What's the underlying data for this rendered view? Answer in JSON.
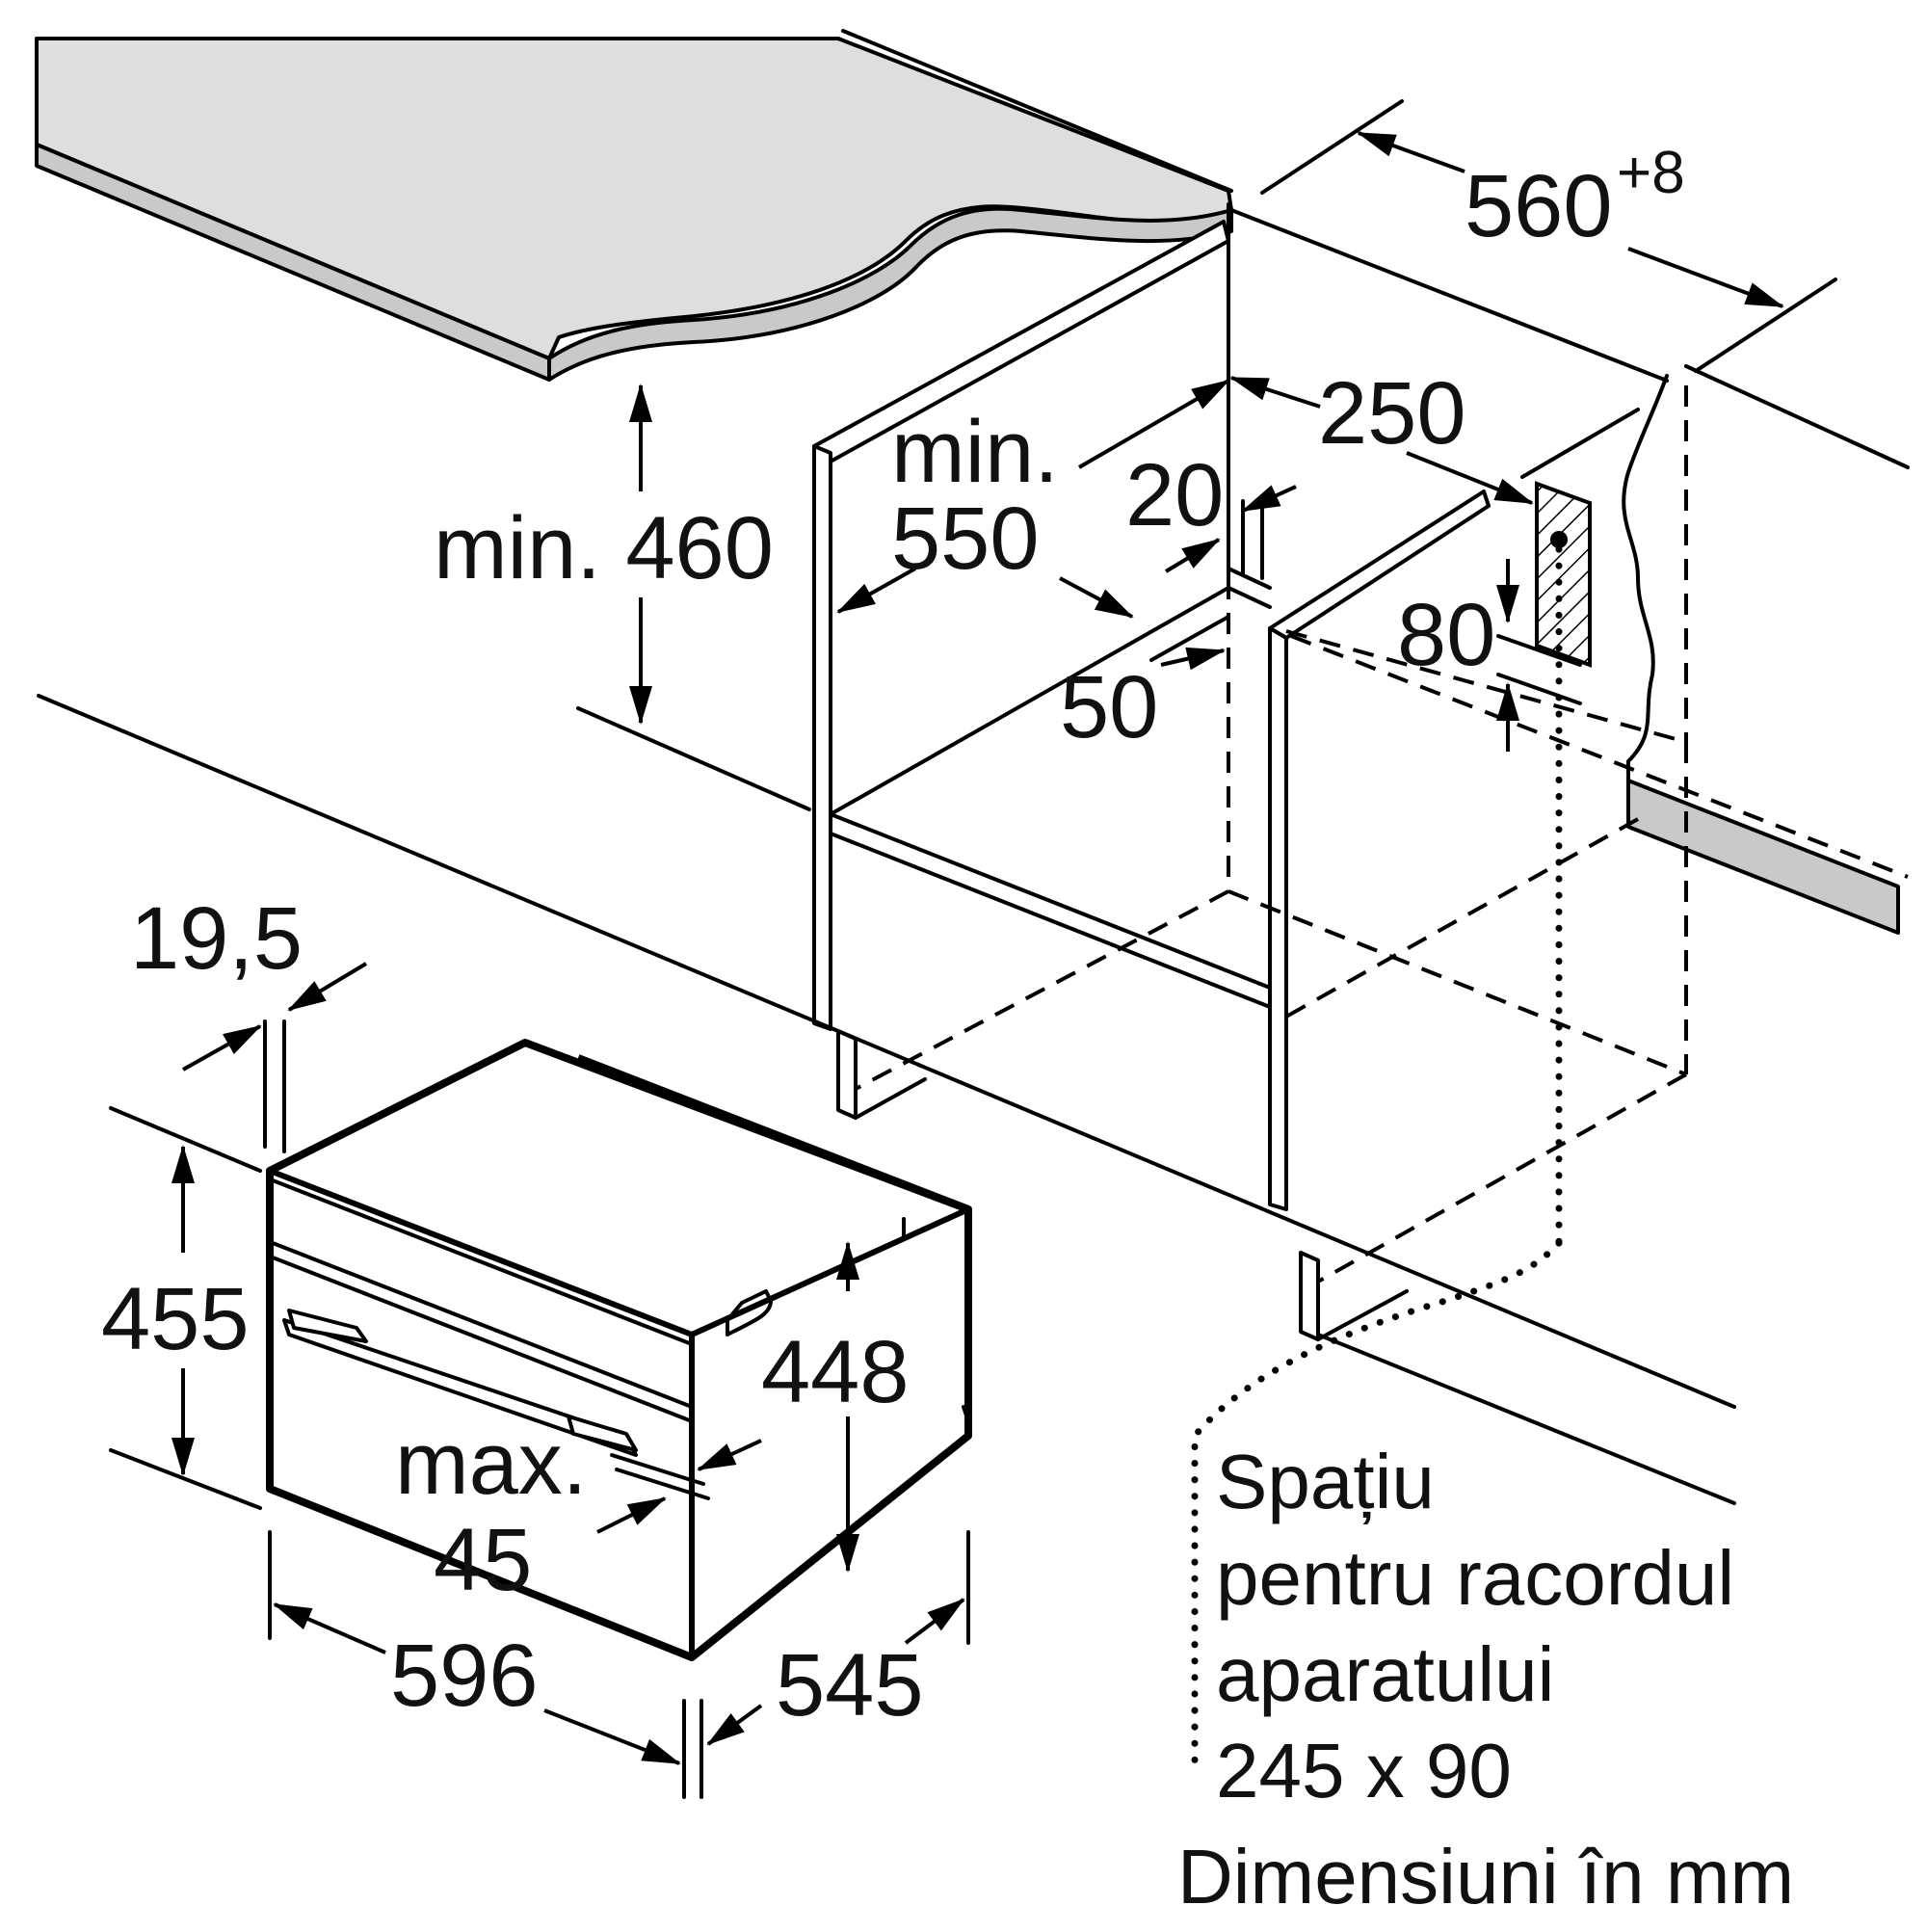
{
  "dimensions": {
    "niche_width_base": "560",
    "niche_width_tol": "+8",
    "depth_250": "250",
    "min_depth_word": "min.",
    "min_depth_value": "550",
    "gap_20": "20",
    "gap_50": "50",
    "gap_80": "80",
    "min_height_460": "min. 460",
    "front_19_5": "19,5",
    "height_455": "455",
    "height_448": "448",
    "max_word": "max.",
    "max_value": "45",
    "width_596": "596",
    "depth_545": "545"
  },
  "connection_note": {
    "line1": "Spațiu",
    "line2": "pentru racordul",
    "line3": "aparatului",
    "line4": "245 x 90"
  },
  "units_label": "Dimensiuni în mm"
}
